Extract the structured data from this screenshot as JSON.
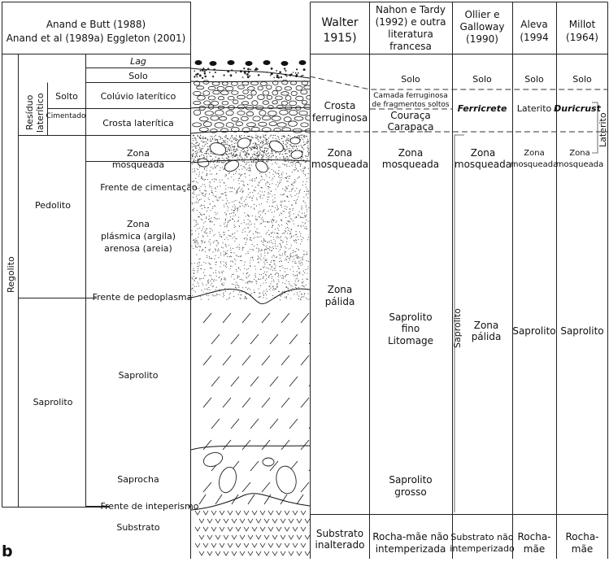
{
  "figure_letter": "b",
  "left_header": {
    "line1": "Anand e Butt (1988)",
    "line2": "Anand et al (1989a) Eggleton (2001)"
  },
  "left_labels": {
    "regolito": "Regolito",
    "residuo": "Resíduo",
    "lateritico": "laterítico",
    "solto": "Solto",
    "cimentado": "Cimentado",
    "pedolito": "Pedolito",
    "saprolito": "Saprolito"
  },
  "horizons": {
    "lag": "Lag",
    "solo": "Solo",
    "coluvio": "Colúvio laterítico",
    "crosta": "Crosta laterítica",
    "zona_mosqueada_1": "Zona",
    "zona_mosqueada_2": "mosqueada",
    "frente_cimentacao": "Frente de cimentação",
    "zona_plasmica_1": "Zona",
    "zona_plasmica_2": "plásmica (argila)",
    "zona_plasmica_3": "arenosa (areia)",
    "frente_pedoplasma": "Frente de pedoplasma",
    "saprolito": "Saprolito",
    "saprocha": "Saprocha",
    "frente_intemperismo": "Frente de inteperismo",
    "substrato": "Substrato"
  },
  "columns": {
    "walter": {
      "h1": "Walter",
      "h2": "1915)",
      "crosta1": "Crosta",
      "crosta2": "ferruginosa",
      "zm1": "Zona",
      "zm2": "mosqueada",
      "zp1": "Zona",
      "zp2": "pálida",
      "sub1": "Substrato",
      "sub2": "inalterado"
    },
    "nahon": {
      "h1": "Nahon e Tardy",
      "h2": "(1992) e outra",
      "h3": "literatura",
      "h4": "francesa",
      "solo": "Solo",
      "camada1": "Camada ferruginosa",
      "camada2": "de fragmentos soltos",
      "couraca": "Couraça",
      "carapaca": "Carapaça",
      "zm1": "Zona",
      "zm2": "mosqueada",
      "sf1": "Saprolito",
      "sf2": "fino",
      "sf3": "Litomage",
      "sg1": "Saprolito",
      "sg2": "grosso",
      "rm1": "Rocha-mãe não",
      "rm2": "intemperizada"
    },
    "ollier": {
      "h1": "Ollier e",
      "h2": "Galloway",
      "h3": "(1990)",
      "solo": "Solo",
      "ferricrete": "Ferricrete",
      "zm1": "Zona",
      "zm2": "mosqueada",
      "saprolito_bracket": "Saprolito",
      "zp1": "Zona",
      "zp2": "pálida",
      "sub1": "Substrato não",
      "sub2": "intemperizado"
    },
    "aleva": {
      "h1": "Aleva",
      "h2": "(1994",
      "solo": "Solo",
      "laterito": "Laterito",
      "zm1": "Zona",
      "zm2": "mosqueada",
      "saprolito": "Saprolito",
      "rm1": "Rocha-",
      "rm2": "mãe"
    },
    "millot": {
      "h1": "Millot",
      "h2": "(1964)",
      "solo": "Solo",
      "duricrust": "Duricrust",
      "laterito_bracket": "Laterito",
      "zm1": "Zona",
      "zm2": "mosqueada",
      "saprolito": "Saprolito",
      "rm1": "Rocha-",
      "rm2": "mãe"
    }
  }
}
